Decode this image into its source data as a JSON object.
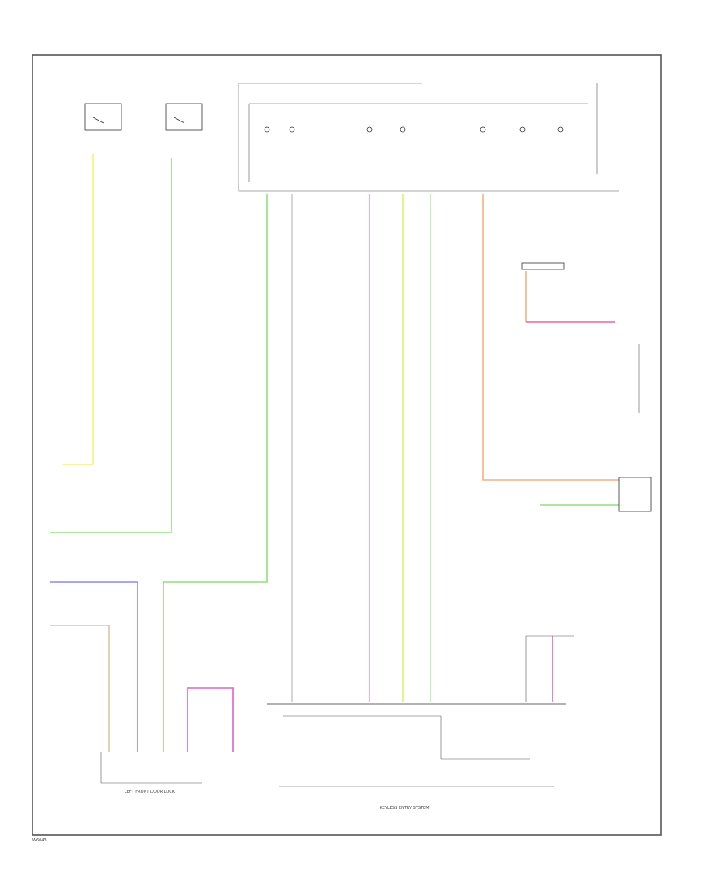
{
  "labels": {
    "left_front_door_lock": "LEFT FRONT DOOR LOCK",
    "keyless_entry_system": "KEYLESS ENTRY SYSTEM",
    "page_code": "W6043"
  },
  "colors": {
    "yellow": "#f4f07a",
    "green": "#8fe07a",
    "blue": "#8a8af0",
    "tan": "#d8c8a0",
    "pink": "#e8a0c8",
    "magenta": "#e060c8",
    "orange": "#f4b080",
    "red": "#f06080",
    "light_green": "#c8f0a0",
    "frame": "#555555"
  }
}
